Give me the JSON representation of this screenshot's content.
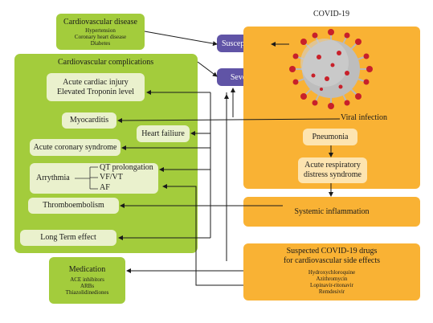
{
  "covid_title": "COVID-19",
  "cvd": {
    "title": "Cardiovascular disease",
    "items": [
      "Hypertension",
      "Coronary heart disease",
      "Diabetes"
    ]
  },
  "susceptibility": "Susceptibility",
  "severity": "Severity",
  "complications": {
    "title": "Cardiovascular complications",
    "acute_injury": [
      "Acute cardiac injury",
      "Elevated Troponin level"
    ],
    "myocarditis": "Myocarditis",
    "heart_failure": "Heart failiure",
    "acs": "Acute coronary syndrome",
    "arrhythmia": "Arrythmia",
    "arrhythmia_types": [
      "QT prolongation",
      "VF/VT",
      "AF"
    ],
    "thromboembolism": "Thromboembolism",
    "long_term": "Long Term effect"
  },
  "covid": {
    "viral_infection": "Viral infection",
    "pneumonia": "Pneumonia",
    "ards": [
      "Acute respiratory",
      "distress syndrome"
    ],
    "systemic": "Systemic inflammation"
  },
  "drugs": {
    "title": [
      "Suspected COVID-19 drugs",
      "for cardiovascular side effects"
    ],
    "items": [
      "Hydroxychloroquine",
      "Azithromycin",
      "Lopinavir-ritonavir",
      "Remdesivir"
    ]
  },
  "medication": {
    "title": "Medication",
    "items": [
      "ACE inhibitors",
      "ARBs",
      "Thiazolidinediones"
    ]
  },
  "colors": {
    "green": "#a3cc3c",
    "light_green": "#eaf1cd",
    "orange": "#f9b234",
    "light_orange": "#fde4b0",
    "purple": "#6054a6",
    "virus_red": "#c8202a",
    "virus_grey": "#b9b9b9"
  }
}
